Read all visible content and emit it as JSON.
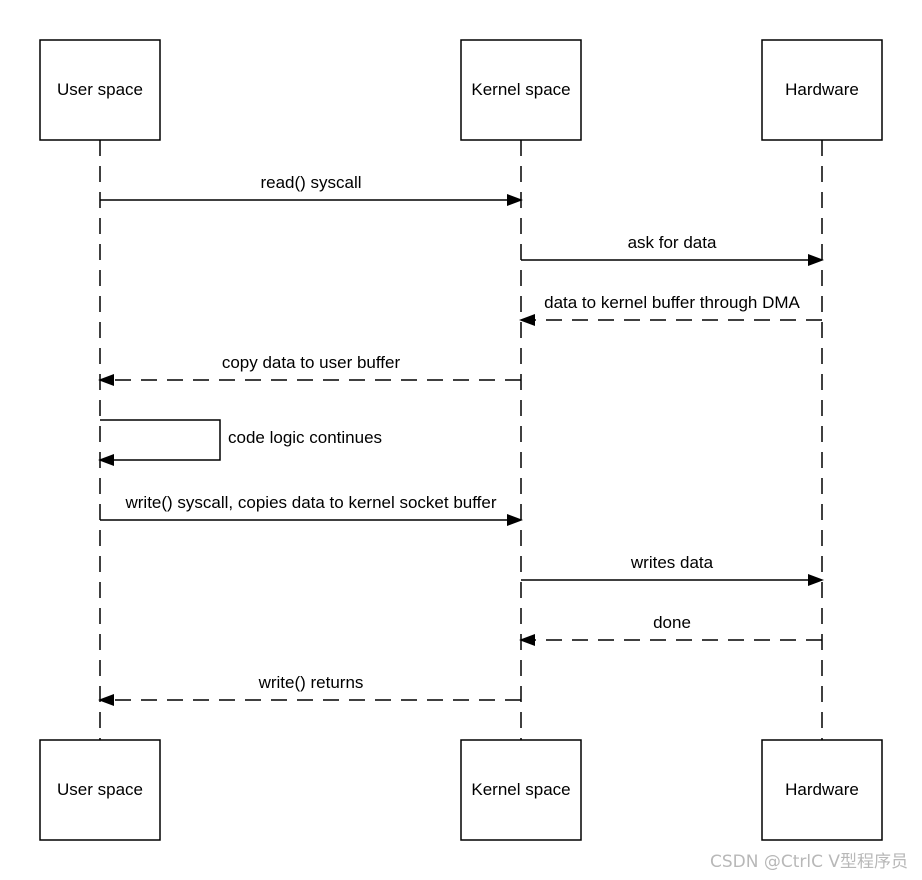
{
  "participants": [
    {
      "id": "user",
      "label": "User space"
    },
    {
      "id": "kernel",
      "label": "Kernel space"
    },
    {
      "id": "hardware",
      "label": "Hardware"
    }
  ],
  "messages": [
    {
      "from": "user",
      "to": "kernel",
      "label": "read() syscall",
      "style": "solid"
    },
    {
      "from": "kernel",
      "to": "hardware",
      "label": "ask for data",
      "style": "solid"
    },
    {
      "from": "hardware",
      "to": "kernel",
      "label": "data to kernel buffer through DMA",
      "style": "dashed"
    },
    {
      "from": "kernel",
      "to": "user",
      "label": "copy data to user buffer",
      "style": "dashed"
    },
    {
      "from": "user",
      "to": "user",
      "label": "code logic continues",
      "style": "solid"
    },
    {
      "from": "user",
      "to": "kernel",
      "label": "write() syscall, copies data to kernel socket buffer",
      "style": "solid"
    },
    {
      "from": "kernel",
      "to": "hardware",
      "label": "writes data",
      "style": "solid"
    },
    {
      "from": "hardware",
      "to": "kernel",
      "label": "done",
      "style": "dashed"
    },
    {
      "from": "kernel",
      "to": "user",
      "label": "write() returns",
      "style": "dashed"
    }
  ],
  "watermark": "CSDN @CtrlC V型程序员"
}
